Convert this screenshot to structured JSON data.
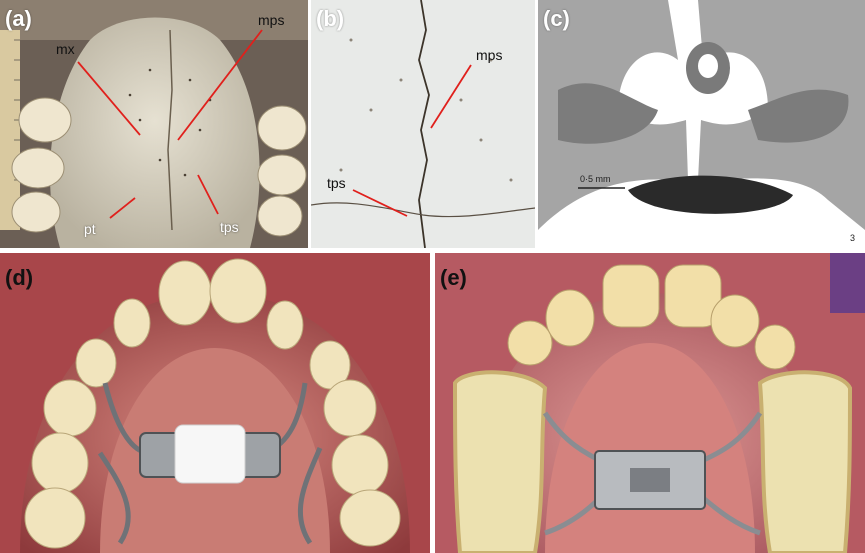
{
  "panels": {
    "a": {
      "label": "(a)",
      "annotations": {
        "mx": "mx",
        "mps": "mps",
        "pt": "pt",
        "tps": "tps"
      }
    },
    "b": {
      "label": "(b)",
      "annotations": {
        "mps": "mps",
        "tps": "tps"
      }
    },
    "c": {
      "label": "(c)",
      "scale_bar": "0·5 mm",
      "corner_number": "3"
    },
    "d": {
      "label": "(d)"
    },
    "e": {
      "label": "(e)"
    }
  },
  "colors": {
    "annotation_line": "#e0201c",
    "bone": "#d8d3c2",
    "gum": "#c8676a",
    "tooth": "#efe3c0",
    "metal": "#8a8d92"
  }
}
